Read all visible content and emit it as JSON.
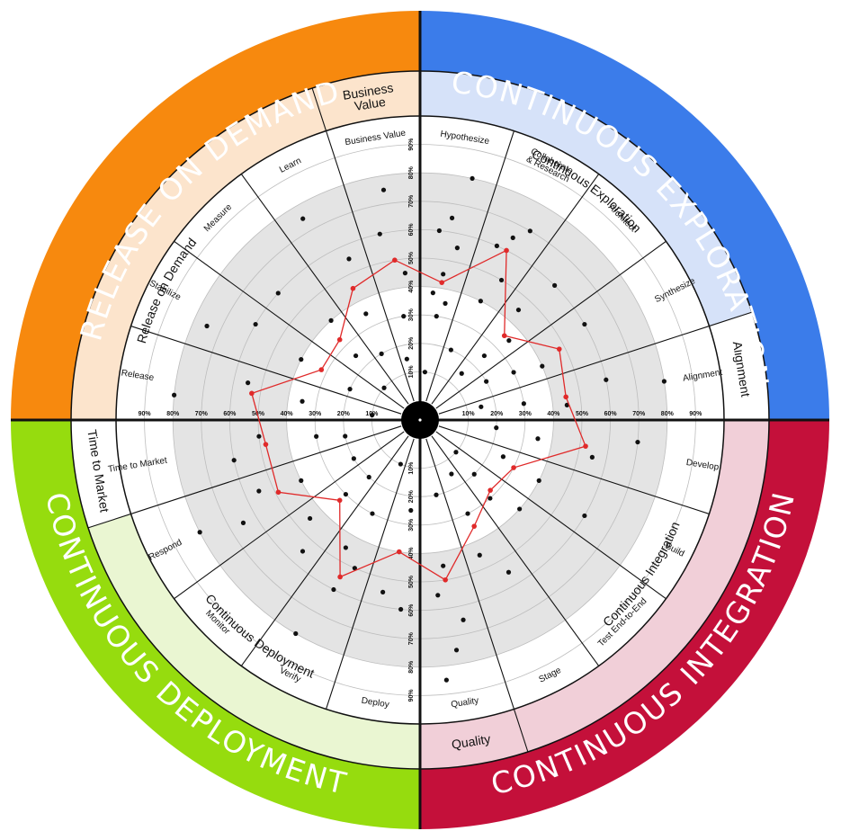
{
  "quadrants": {
    "release": {
      "title": "RELEASE ON DEMAND",
      "ring_title": "Release on Demand",
      "color": "#F7890E",
      "ring_fill": "#FCE4CC"
    },
    "exploration": {
      "title": "CONTINUOUS EXPLORATION",
      "ring_title": "Continuous Exploration",
      "color": "#3B7CEA",
      "ring_fill": "#D6E2F9"
    },
    "integration": {
      "title": "CONTINUOUS INTEGRATION",
      "ring_title": "Continuous Integration",
      "color": "#C4103A",
      "ring_fill": "#F1CFD8"
    },
    "deployment": {
      "title": "CONTINUOUS DEPLOYMENT",
      "ring_title": "Continuous Deployment",
      "color": "#96DC0E",
      "ring_fill": "#EAF6D2"
    }
  },
  "extra_ring_labels": {
    "business_value": "Business\nValue",
    "alignment": "Alignment",
    "quality": "Quality",
    "time_to_market": "Time to Market"
  },
  "spokes": [
    "Hypothesize",
    "Collaborate\n& Research",
    "Architect",
    "Synthesize",
    "Alignment",
    "Develop",
    "Build",
    "Test End-to-End",
    "Stage",
    "Quality",
    "Deploy",
    "Verify",
    "Monitor",
    "Respond",
    "Time to Market",
    "Release",
    "Stabilize",
    "Measure",
    "Learn",
    "Business Value"
  ],
  "percent_labels": [
    "10%",
    "20%",
    "30%",
    "40%",
    "50%",
    "60%",
    "70%",
    "80%",
    "90%"
  ],
  "colors": {
    "band": "#E4E4E4",
    "gridline": "#BDBDBD",
    "line": "#111111",
    "hub": "#000000",
    "average_line": "#E02A2A",
    "dot": "#111111"
  },
  "chart_data": {
    "type": "radar",
    "axis_range": [
      0,
      100
    ],
    "shaded_band": [
      40,
      80
    ],
    "categories": [
      "Hypothesize",
      "Collaborate & Research",
      "Architect",
      "Synthesize",
      "Alignment",
      "Develop",
      "Build",
      "Test End-to-End",
      "Stage",
      "Quality",
      "Deploy",
      "Verify",
      "Monitor",
      "Respond",
      "Time to Market",
      "Release",
      "Stabilize",
      "Measure",
      "Learn",
      "Business Value"
    ],
    "average": [
      42,
      60,
      35,
      48,
      45,
      52,
      30,
      28,
      35,
      50,
      40,
      55,
      33,
      49,
      48,
      53,
      32,
      33,
      45,
      50
    ],
    "responses": [
      [
        10,
        30,
        35,
        38,
        45,
        55,
        60,
        65,
        80
      ],
      [
        20,
        40,
        50,
        60,
        65,
        70
      ],
      [
        15,
        25,
        35,
        45,
        60
      ],
      [
        20,
        30,
        40,
        60
      ],
      [
        15,
        30,
        45,
        60,
        80
      ],
      [
        20,
        35,
        55,
        70
      ],
      [
        25,
        40,
        60
      ],
      [
        10,
        20,
        30,
        40
      ],
      [
        15,
        30,
        45,
        55
      ],
      [
        20,
        45,
        55,
        65,
        75,
        85
      ],
      [
        25,
        40,
        55,
        60
      ],
      [
        10,
        30,
        45,
        50,
        60,
        80
      ],
      [
        20,
        30,
        45,
        55
      ],
      [
        20,
        40,
        55,
        65,
        80
      ],
      [
        20,
        30,
        50,
        60
      ],
      [
        10,
        35,
        55,
        80
      ],
      [
        20,
        40,
        60,
        75
      ],
      [
        10,
        25,
        40,
        60
      ],
      [
        20,
        35,
        55,
        75
      ],
      [
        15,
        30,
        45,
        60,
        75
      ]
    ]
  }
}
